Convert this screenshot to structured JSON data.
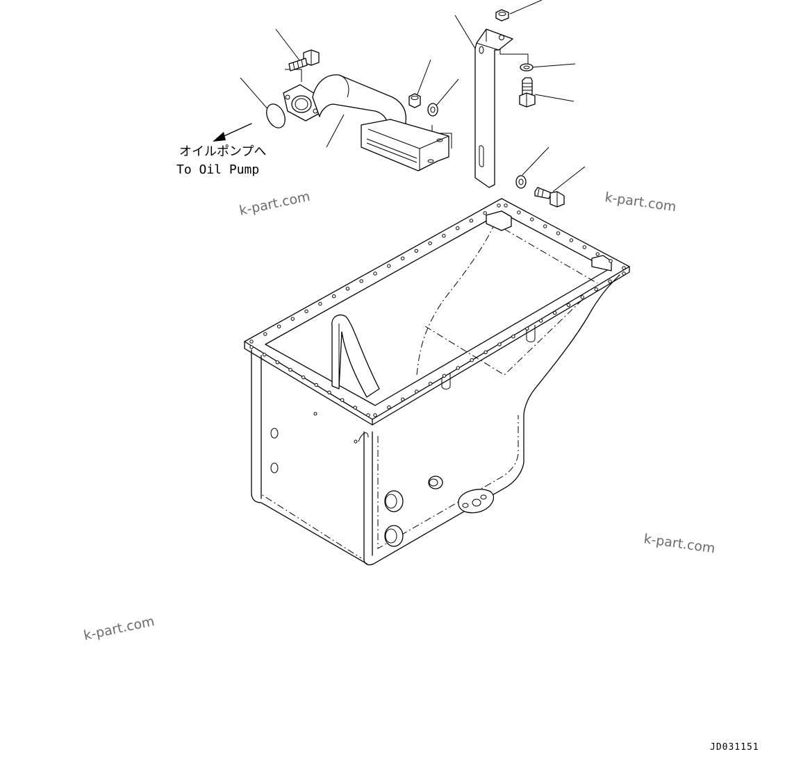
{
  "annotation": {
    "jp": "オイルポンプへ",
    "en": "To Oil Pump"
  },
  "watermark": "k-part.com",
  "drawing_code": "JD031151"
}
